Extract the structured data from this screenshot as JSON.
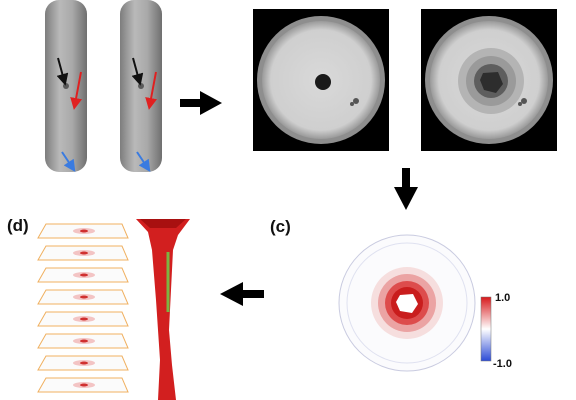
{
  "panels": {
    "c": {
      "label": "(c)"
    },
    "d": {
      "label": "(d)"
    }
  },
  "colorbar": {
    "max_label": "1.0",
    "min_label": "-1.0",
    "colors": {
      "high": "#d7191c",
      "mid": "#ffffff",
      "low": "#2c4bd6"
    }
  },
  "arrows": {
    "color": "#000000"
  },
  "markers": {
    "black": "#111111",
    "red": "#e02020",
    "blue": "#3a7be0"
  },
  "slices": {
    "count": 8,
    "border": "#f0b060"
  }
}
